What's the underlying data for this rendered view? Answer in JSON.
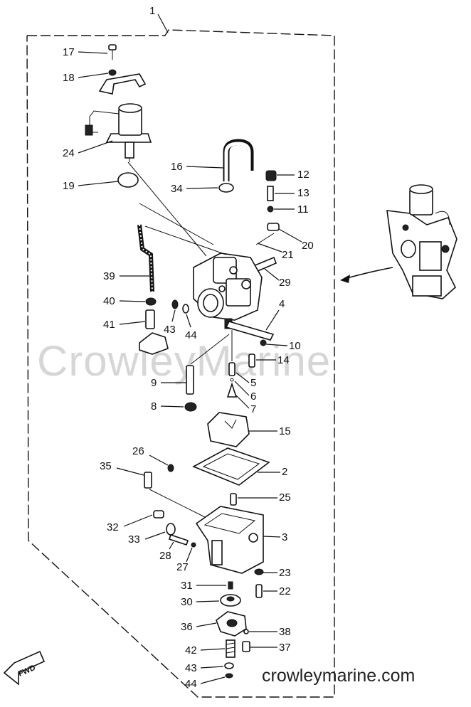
{
  "assembly_number": "1",
  "watermark": "CrowleyMarine",
  "site_url": "crowleymarine.com",
  "fwd_label": "FWD",
  "callouts": {
    "c17": "17",
    "c18": "18",
    "c24": "24",
    "c19": "19",
    "c16": "16",
    "c12": "12",
    "c34": "34",
    "c13": "13",
    "c11": "11",
    "c20": "20",
    "c21": "21",
    "c39": "39",
    "c29": "29",
    "c40": "40",
    "c4": "4",
    "c41": "41",
    "c43a": "43",
    "c44a": "44",
    "c10": "10",
    "c14": "14",
    "c9": "9",
    "c5": "5",
    "c6": "6",
    "c8": "8",
    "c7": "7",
    "c15": "15",
    "c26": "26",
    "c35": "35",
    "c2": "2",
    "c25": "25",
    "c32": "32",
    "c33": "33",
    "c3": "3",
    "c28": "28",
    "c27": "27",
    "c23": "23",
    "c31": "31",
    "c22": "22",
    "c30": "30",
    "c36": "36",
    "c38": "38",
    "c42": "42",
    "c37": "37",
    "c43b": "43",
    "c44b": "44"
  }
}
